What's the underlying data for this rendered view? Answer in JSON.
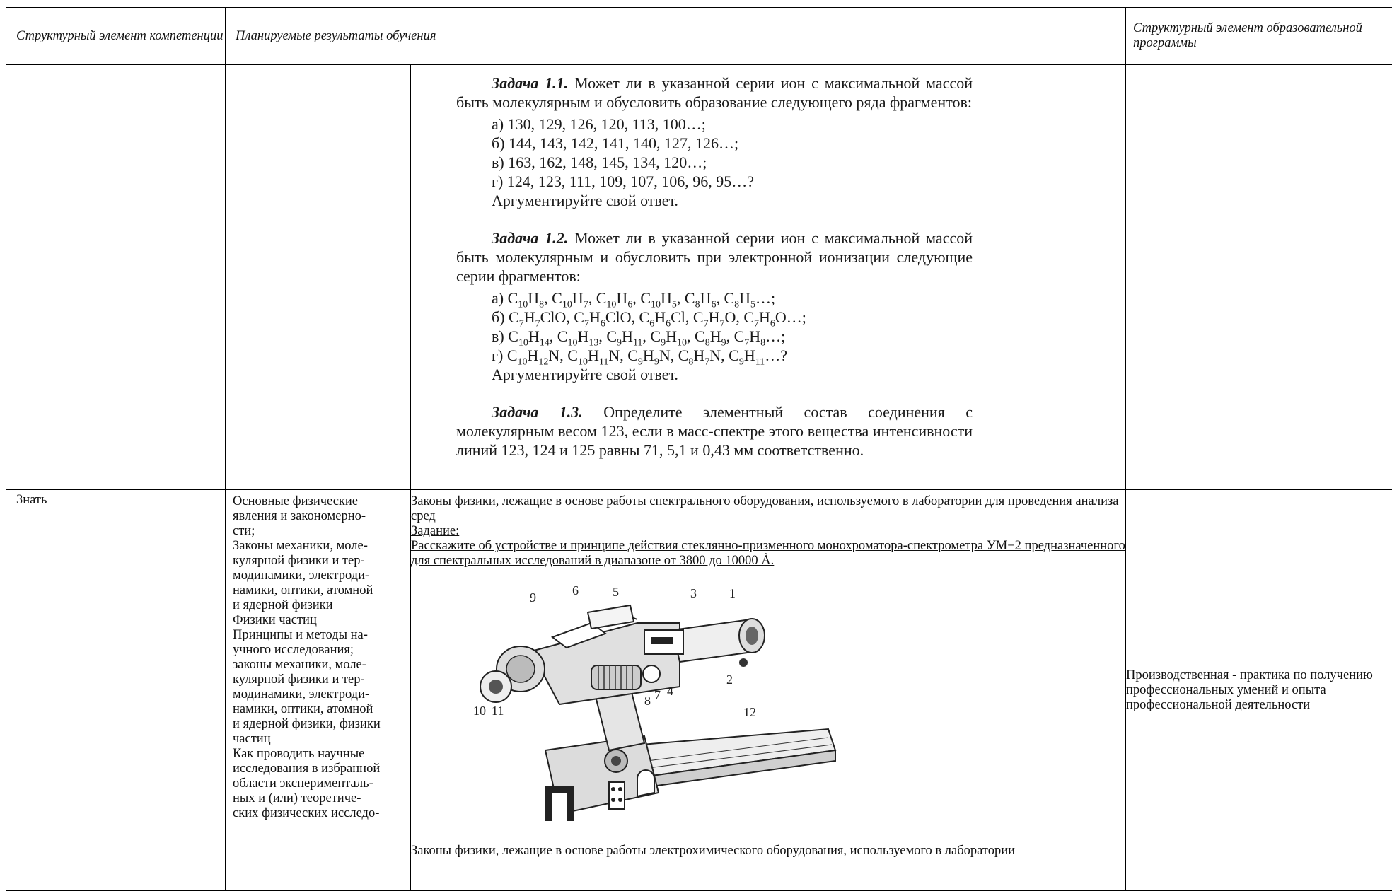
{
  "header": {
    "col1": "Структурный элемент компетенции",
    "col2": "Планируемые результаты обучения",
    "col4": "Структурный элемент образовательной программы"
  },
  "tasks": [
    {
      "title": "Задача 1.1.",
      "text": "Может ли в указанной серии ион с максимальной массой быть молекулярным и обусловить образование следующего ряда фрагментов:",
      "items": [
        "а) 130, 129, 126, 120, 113, 100…;",
        "б) 144, 143, 142, 141, 140, 127, 126…;",
        "в) 163, 162, 148, 145, 134, 120…;",
        "г) 124, 123, 111, 109, 107, 106, 96, 95…?",
        "Аргументируйте свой ответ."
      ]
    },
    {
      "title": "Задача 1.2.",
      "text": "Может ли в указанной серии ион с максимальной массой быть молекулярным и обусловить при электронной ионизации следующие серии фрагментов:",
      "items": [
        "а) C10H8, C10H7, C10H6, C10H5, C8H6, C8H5…;",
        "б) C7H7ClO, C7H6ClO, C6H6Cl, C7H7O, C7H6O…;",
        "в) C10H14, C10H13, C9H11, C9H10, C8H9, C7H8…;",
        "г) C10H12N, C10H11N, C9H9N, C8H7N, C9H11…?",
        "Аргументируйте свой ответ."
      ]
    },
    {
      "title": "Задача 1.3.",
      "text": "Определите элементный состав соединения с молекулярным весом 123, если в масс-спектре этого вещества интенсивности линий 123, 124 и 125 равны 71, 5,1 и 0,43 мм соответственно.",
      "items": []
    }
  ],
  "znat": {
    "label": "Знать",
    "outcomes": [
      "Основные физические",
      "явления и закономерно-",
      "сти;",
      "Законы механики, моле-",
      "кулярной физики и тер-",
      "модинамики, электроди-",
      "намики, оптики, атомной",
      "и ядерной физики",
      "Физики частиц",
      "Принципы и методы на-",
      "учного исследования;",
      "законы механики, моле-",
      "кулярной физики и тер-",
      "модинамики, электроди-",
      "намики, оптики, атомной",
      "и ядерной физики, физики",
      "частиц",
      "Как проводить научные",
      "исследования в избранной",
      "области эксперименталь-",
      "ных и (или) теоретиче-",
      "ских физических исследо-"
    ],
    "assessment_intro": "Законы физики, лежащие в основе работы спектрального оборудования, используемого в лаборатории для проведения анализа сред",
    "task_label": "Задание:",
    "task_text": "Расскажите об устройстве и принципе действия стеклянно-призменного монохроматора-спектрометра УМ−2 предназначенного для спектральных исследований в диапазоне от 3800 до 10000 Å.",
    "figure_labels": [
      "9",
      "6",
      "5",
      "3",
      "1",
      "2",
      "10",
      "11",
      "8",
      "7",
      "4",
      "12"
    ],
    "assessment_bottom": "Законы физики, лежащие в основе работы электрохимического оборудования, используемого в лаборатории",
    "program_element": "Производственная - практика по получению профессиональных умений и опыта профессиональной деятельности"
  }
}
